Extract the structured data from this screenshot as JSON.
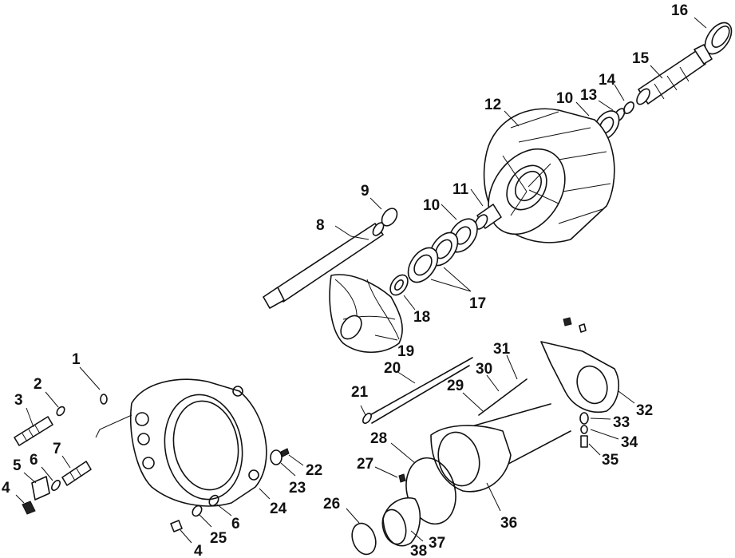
{
  "callouts": [
    {
      "id": "c1",
      "text": "1"
    },
    {
      "id": "c2",
      "text": "2"
    },
    {
      "id": "c3",
      "text": "3"
    },
    {
      "id": "c4a",
      "text": "4"
    },
    {
      "id": "c4b",
      "text": "4"
    },
    {
      "id": "c5",
      "text": "5"
    },
    {
      "id": "c6a",
      "text": "6"
    },
    {
      "id": "c6b",
      "text": "6"
    },
    {
      "id": "c7",
      "text": "7"
    },
    {
      "id": "c8",
      "text": "8"
    },
    {
      "id": "c9",
      "text": "9"
    },
    {
      "id": "c10a",
      "text": "10"
    },
    {
      "id": "c10b",
      "text": "10"
    },
    {
      "id": "c11",
      "text": "11"
    },
    {
      "id": "c12",
      "text": "12"
    },
    {
      "id": "c13",
      "text": "13"
    },
    {
      "id": "c14",
      "text": "14"
    },
    {
      "id": "c15",
      "text": "15"
    },
    {
      "id": "c16",
      "text": "16"
    },
    {
      "id": "c17",
      "text": "17"
    },
    {
      "id": "c18",
      "text": "18"
    },
    {
      "id": "c19",
      "text": "19"
    },
    {
      "id": "c20",
      "text": "20"
    },
    {
      "id": "c21",
      "text": "21"
    },
    {
      "id": "c22",
      "text": "22"
    },
    {
      "id": "c23",
      "text": "23"
    },
    {
      "id": "c24",
      "text": "24"
    },
    {
      "id": "c25",
      "text": "25"
    },
    {
      "id": "c26",
      "text": "26"
    },
    {
      "id": "c27",
      "text": "27"
    },
    {
      "id": "c28",
      "text": "28"
    },
    {
      "id": "c29",
      "text": "29"
    },
    {
      "id": "c30",
      "text": "30"
    },
    {
      "id": "c31",
      "text": "31"
    },
    {
      "id": "c32",
      "text": "32"
    },
    {
      "id": "c33",
      "text": "33"
    },
    {
      "id": "c34",
      "text": "34"
    },
    {
      "id": "c35",
      "text": "35"
    },
    {
      "id": "c36",
      "text": "36"
    },
    {
      "id": "c37",
      "text": "37"
    },
    {
      "id": "c38",
      "text": "38"
    }
  ]
}
